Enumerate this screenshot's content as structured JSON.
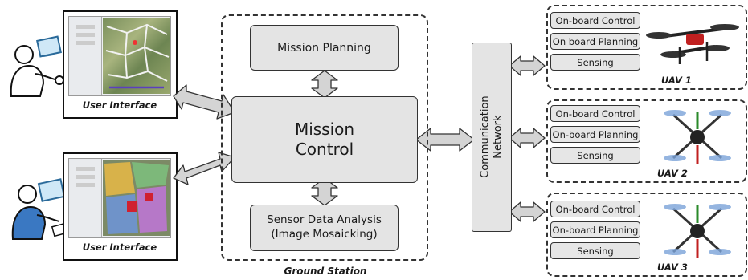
{
  "ground_station": {
    "label": "Ground Station",
    "mission_planning": "Mission Planning",
    "mission_control_line1": "Mission",
    "mission_control_line2": "Control",
    "sensor_line1": "Sensor Data Analysis",
    "sensor_line2": "(Image Mosaicking)"
  },
  "network": {
    "line1": "Communication",
    "line2": "Network"
  },
  "user_interfaces": [
    {
      "label": "User Interface"
    },
    {
      "label": "User Interface"
    }
  ],
  "uavs": [
    {
      "name": "UAV 1",
      "items": [
        "On-board Control",
        "On board Planning",
        "Sensing"
      ]
    },
    {
      "name": "UAV 2",
      "items": [
        "On-board Control",
        "On-board Planning",
        "Sensing"
      ]
    },
    {
      "name": "UAV 3",
      "items": [
        "On-board Control",
        "On-board Planning",
        "Sensing"
      ]
    }
  ]
}
